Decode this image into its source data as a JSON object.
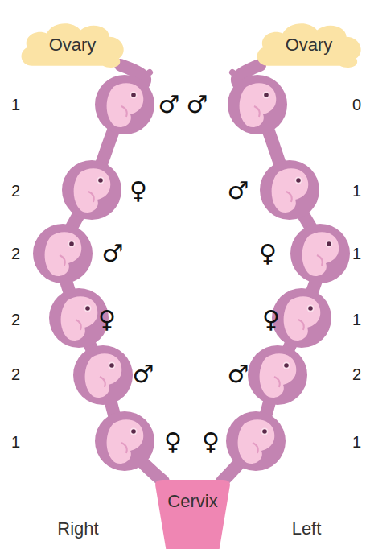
{
  "diagram": {
    "nodes": [
      {
        "text": [
          "Ovary"
        ]
      },
      {
        "text": [
          "Ovary"
        ]
      },
      {
        "text": [
          "Cervix"
        ]
      }
    ],
    "edges": [
      {
        "from": 0,
        "to": 2,
        "arrow": "none"
      },
      {
        "from": 1,
        "to": 2,
        "arrow": "none"
      }
    ],
    "labels": [
      "1",
      "♂",
      "♂",
      "0",
      "2",
      "♀",
      "♂",
      "1",
      "2",
      "♂",
      "♀",
      "1",
      "2",
      "♀",
      "♀",
      "1",
      "2",
      "♂",
      "♂",
      "2",
      "1",
      "♀",
      "♀",
      "1",
      "Right",
      "Left"
    ]
  }
}
